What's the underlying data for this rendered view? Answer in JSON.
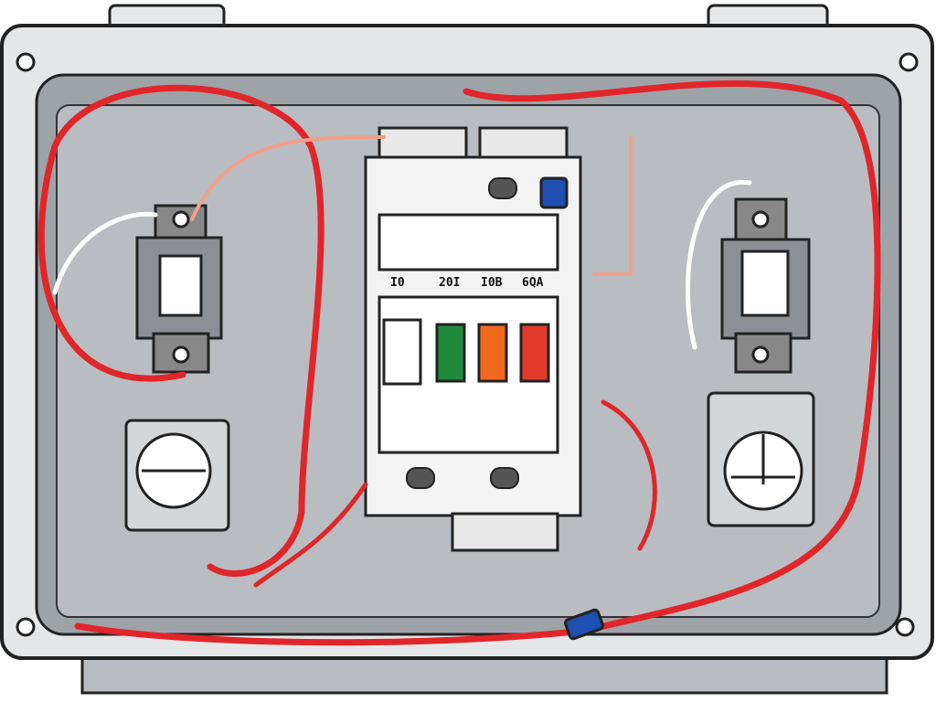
{
  "breaker_labels": [
    "I0",
    "20I",
    "I0B",
    "6QA"
  ],
  "colors": {
    "enclosure": "#e4e6e8",
    "interior": "#9ea3a8",
    "wire_red": "#e0262a",
    "breaker_green": "#1f8a3c",
    "breaker_orange": "#f06a1e",
    "breaker_red": "#e23b2b",
    "blue_cap": "#1f4fb0"
  }
}
